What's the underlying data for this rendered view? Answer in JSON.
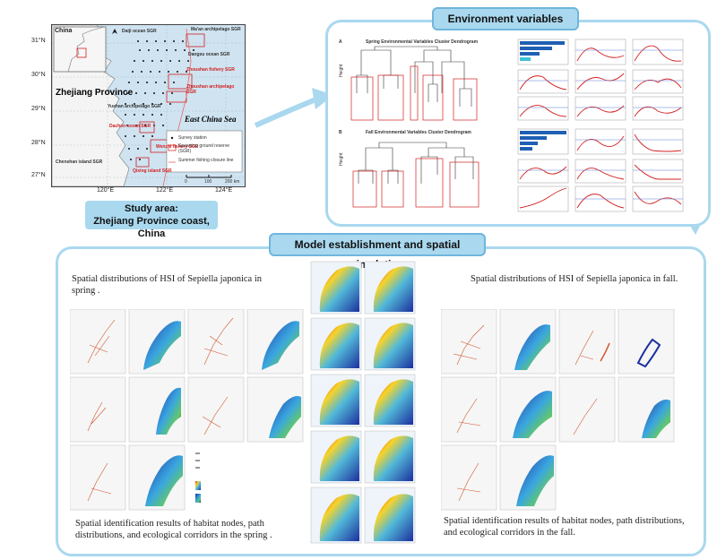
{
  "study_area": {
    "map_labels": {
      "china": "China",
      "zhejiang": "Zhejiang Province",
      "east_china_sea": "East China Sea",
      "lat_ticks": [
        "31°N",
        "30°N",
        "29°N",
        "28°N",
        "27°N"
      ],
      "lon_ticks": [
        "120°E",
        "122°E",
        "124°E"
      ],
      "sgr": [
        {
          "name": "Daiji ocean SGR",
          "color": "#111111"
        },
        {
          "name": "Ma'an archipelago SGR",
          "color": "#111111"
        },
        {
          "name": "Dangsu ocean SGR",
          "color": "#111111"
        },
        {
          "name": "Zhoushan fishery SGR",
          "color": "#d22020"
        },
        {
          "name": "Zhoushan archipelago SGR",
          "color": "#d22020"
        },
        {
          "name": "Yushan archipelago SGR",
          "color": "#111111"
        },
        {
          "name": "Dachen ocean SGR",
          "color": "#d22020"
        },
        {
          "name": "Wenzhi fishery SGR",
          "color": "#d22020"
        },
        {
          "name": "Qixing island SGR",
          "color": "#d22020"
        },
        {
          "name": "Chenshan island SGR",
          "color": "#111111"
        }
      ],
      "legend": [
        "Survey station",
        "Spawning ground reserve (SGR)",
        "Summer fishing closure line"
      ],
      "scale": [
        "0",
        "100",
        "200 km"
      ]
    },
    "caption_line1": "Study area:",
    "caption_line2": "Zhejiang Province coast, China"
  },
  "environment": {
    "title": "Environment variables",
    "panel_a_label": "A",
    "panel_a_title": "Spring Environmental Variables Cluster Dendrogram",
    "panel_b_label": "B",
    "panel_b_title": "Fall Environmental Variables Cluster Dendrogram",
    "y_axis_label": "Height"
  },
  "model": {
    "title": "Model establishment and spatial simulation",
    "spring_hsi_caption": "Spatial distributions of HSI of Sepiella japonica in spring .",
    "fall_hsi_caption": "Spatial distributions of HSI of Sepiella japonica in fall.",
    "spring_corridor_caption": "Spatial identification results of habitat nodes, path distributions, and ecological corridors in the spring .",
    "fall_corridor_caption": "Spatial identification results of habitat nodes, path distributions, and ecological corridors in the fall."
  },
  "colors": {
    "accent_blue": "#a9d8ef",
    "accent_border": "#6fb6dc",
    "arrow": "#a9d8ef",
    "sea": "#cfe3f1",
    "land": "#f4f4f4",
    "red": "#d22020"
  }
}
